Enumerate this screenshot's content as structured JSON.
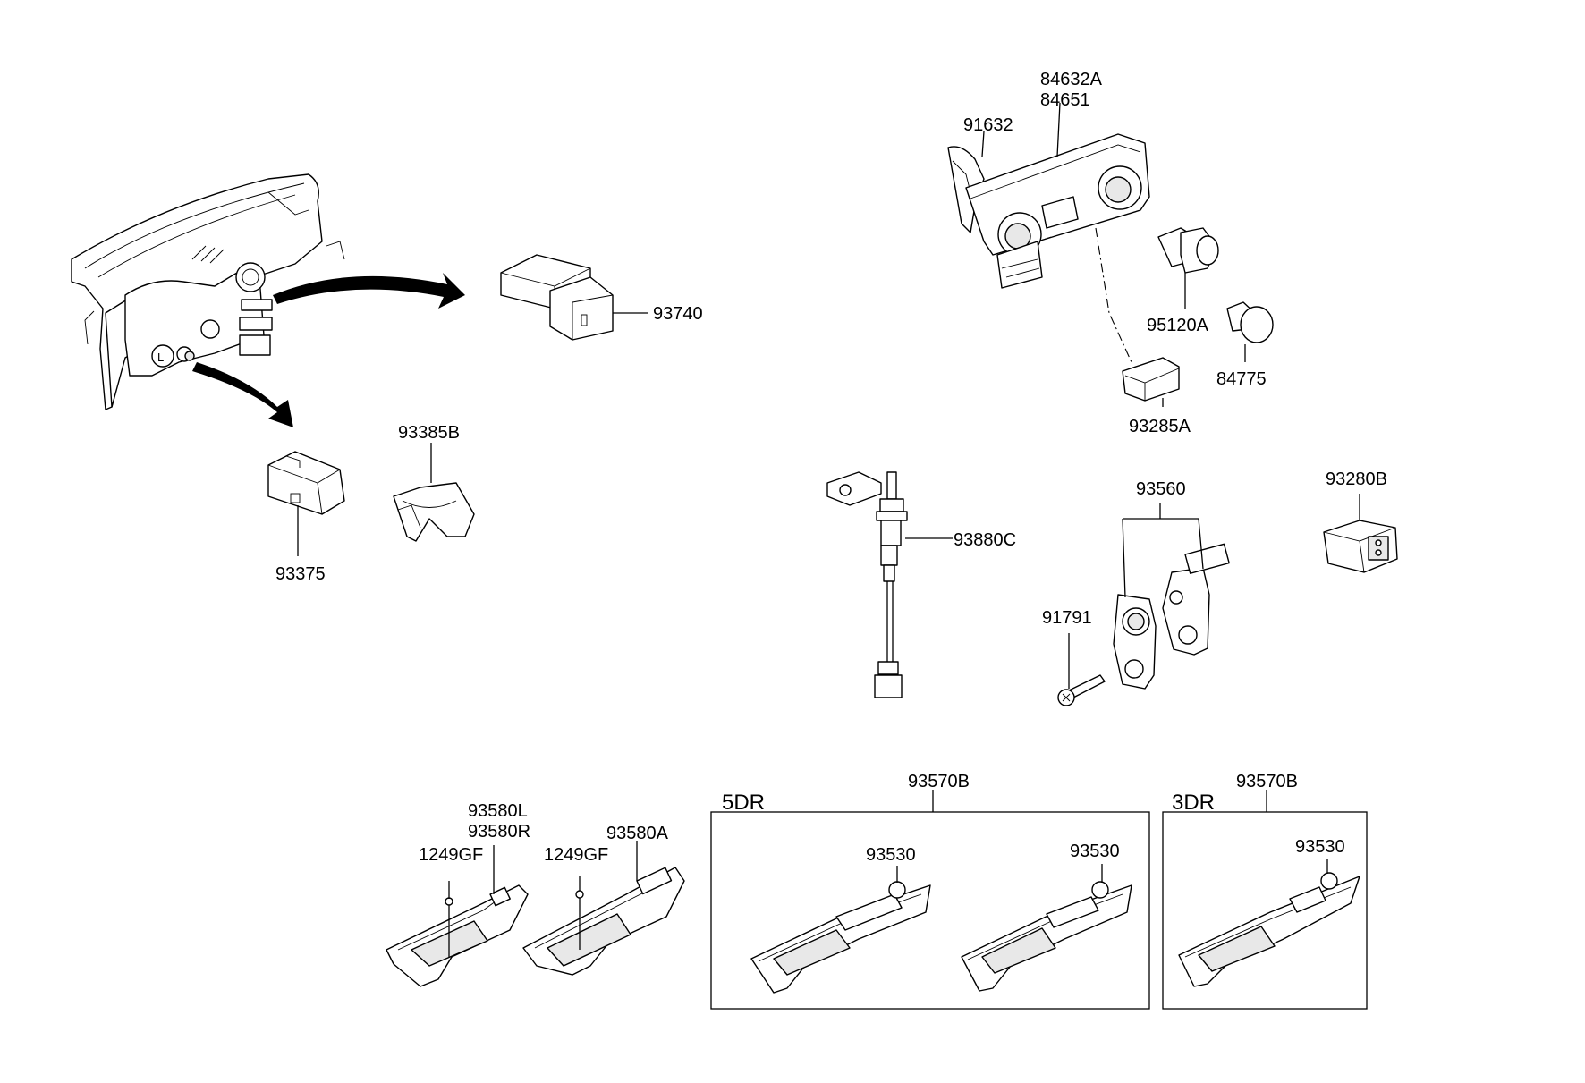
{
  "labels": {
    "p84632A": "84632A",
    "p84651": "84651",
    "p91632": "91632",
    "p93740": "93740",
    "p95120A": "95120A",
    "p84775": "84775",
    "p93285A": "93285A",
    "p93385B": "93385B",
    "p93375": "93375",
    "p93560": "93560",
    "p93280B": "93280B",
    "p93880C": "93880C",
    "p91791": "91791",
    "p93570B_5dr": "93570B",
    "p93570B_3dr": "93570B",
    "p93580L": "93580L",
    "p93580R": "93580R",
    "p93580A": "93580A",
    "p1249GF_a": "1249GF",
    "p1249GF_b": "1249GF",
    "p93530_a": "93530",
    "p93530_b": "93530",
    "p93530_c": "93530"
  },
  "groups": {
    "five_door": "5DR",
    "three_door": "3DR"
  }
}
